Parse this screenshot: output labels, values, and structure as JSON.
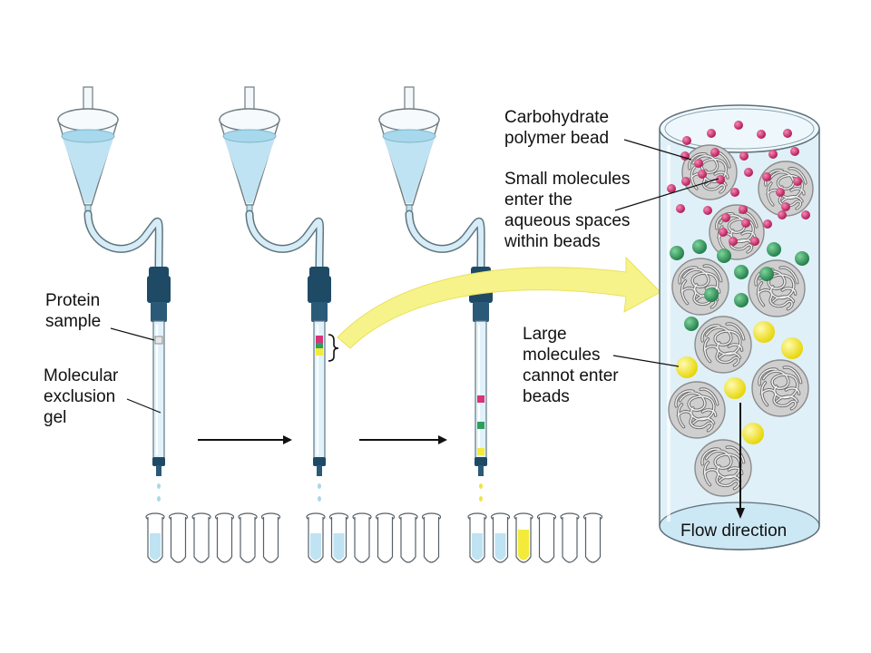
{
  "labels": {
    "protein_sample": [
      "Protein",
      "sample"
    ],
    "molecular_exclusion_gel": [
      "Molecular",
      "exclusion",
      "gel"
    ],
    "carbohydrate_bead": [
      "Carbohydrate",
      "polymer bead"
    ],
    "small_molecules": [
      "Small molecules",
      "enter the",
      "aqueous spaces",
      "within beads"
    ],
    "large_molecules": [
      "Large",
      "molecules",
      "cannot enter",
      "beads"
    ],
    "flow_direction": "Flow direction"
  },
  "colors": {
    "buffer_blue": "#bfe3f2",
    "column_connector": "#1f4a66",
    "small_molecule": "#c2185b",
    "medium_molecule": "#2e9e5b",
    "large_molecule": "#f3ea3a",
    "bead_fill": "#cfcfcf",
    "highlight_arrow": "#f6f38a"
  },
  "stages": [
    {
      "name": "stage-1",
      "filled_tubes": 1,
      "yellow_tubes": 0
    },
    {
      "name": "stage-2",
      "filled_tubes": 2,
      "yellow_tubes": 0
    },
    {
      "name": "stage-3",
      "filled_tubes": 2,
      "yellow_tubes": 1
    }
  ]
}
